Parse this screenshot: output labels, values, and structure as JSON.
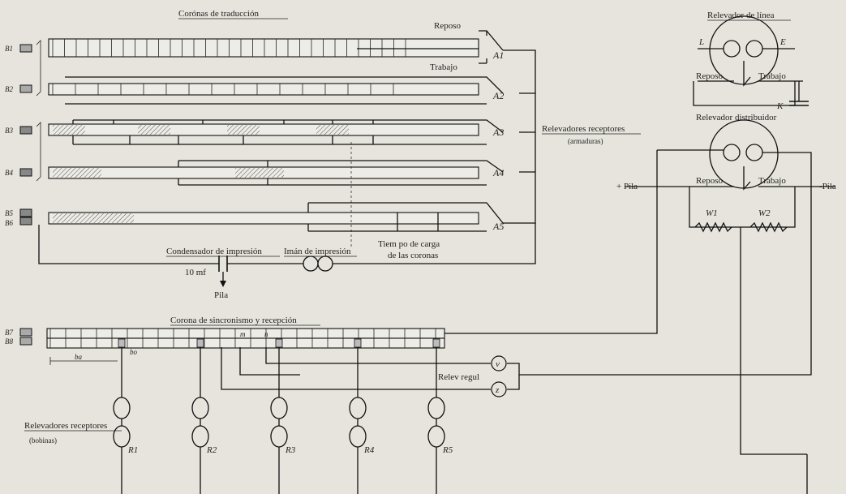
{
  "labels": {
    "coronas_traduccion": "Corónas de traducción",
    "reposo_top": "Reposo",
    "trabajo_top": "Trabajo",
    "a1": "A1",
    "a2": "A2",
    "a3": "A3",
    "a4": "A4",
    "a5": "A5",
    "relevadores_receptores_title": "Relevadores receptores",
    "armaduras": "(armaduras)",
    "b1": "B1",
    "b2": "B2",
    "b3": "B3",
    "b4": "B4",
    "b5": "B5",
    "b6": "B6",
    "b7": "B7",
    "b8": "B8",
    "condensador": "Condensador de impresión",
    "iman": "Imán de impresión",
    "tiempo_descarga_1": "Tiem po de carga",
    "tiempo_descarga_2": "de las coronas",
    "capacitance": "10 mf",
    "pila_bottom": "Pila",
    "corona_sincronismo": "Corona de sincronismo y recepción",
    "relev_regul": "Relev regul",
    "v": "v",
    "z": "z",
    "relevadores_bobinas_1": "Relevadores receptores",
    "relevadores_bobinas_2": "(bobinas)",
    "r1": "R1",
    "r2": "R2",
    "r3": "R3",
    "r4": "R4",
    "r5": "R5",
    "relevador_linea": "Relevador de línea",
    "l": "L",
    "e": "E",
    "reposo_linea": "Reposo",
    "trabajo_linea": "Trabajo",
    "k": "K",
    "relevador_distribuidor": "Relevador distribuidor",
    "reposo_dist": "Reposo",
    "trabajo_dist": "Trabajo",
    "pila_plus": "+ Pila",
    "pila_minus": "-Pila",
    "w1": "W1",
    "w2": "W2",
    "distance_a": "ba",
    "distance_b": "bo",
    "m": "m",
    "n": "n"
  },
  "colors": {
    "ink": "#111111",
    "paper": "#e6e4dc",
    "segment_fill": "#eeece6",
    "brush_fill": "#bcbcbc"
  },
  "icons": {
    "coil": "coil-icon",
    "relay": "relay-icon",
    "capacitor": "capacitor-icon",
    "meter": "meter-icon"
  }
}
